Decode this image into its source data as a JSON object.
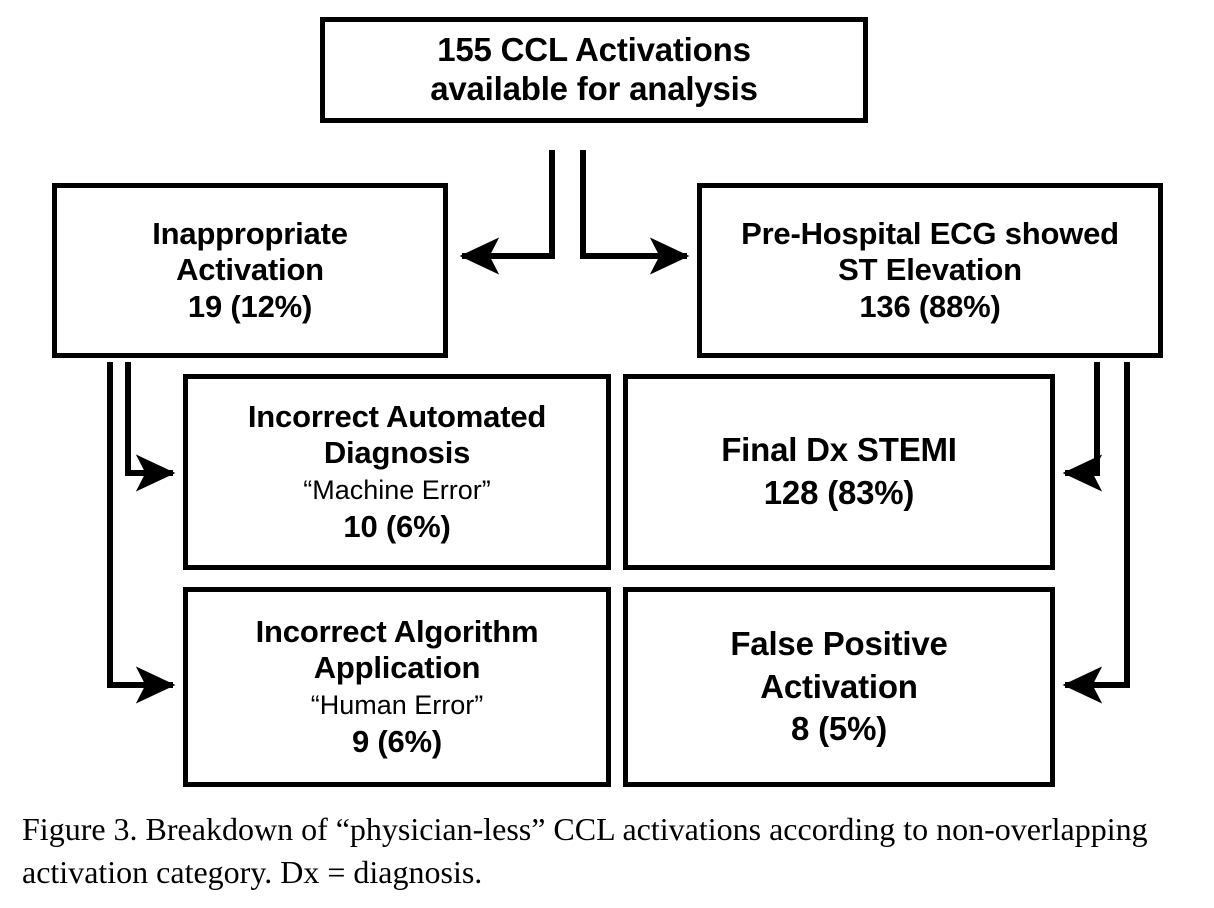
{
  "figure": {
    "caption": "Figure 3. Breakdown of “physician-less” CCL activations according to non-overlapping activation category. Dx = diagnosis.",
    "stroke_color": "#000000",
    "background_color": "#ffffff"
  },
  "chart_data": {
    "type": "diagram",
    "title": "Breakdown of “physician-less” CCL activations",
    "total": 155,
    "nodes": [
      {
        "id": "root",
        "lines": [
          "155 CCL Activations",
          "available for analysis"
        ],
        "count": 155,
        "percent": null
      },
      {
        "id": "inappropriate",
        "lines": [
          "Inappropriate",
          "Activation",
          "19 (12%)"
        ],
        "count": 19,
        "percent": 12
      },
      {
        "id": "pre_hospital_ecg",
        "lines": [
          "Pre-Hospital ECG showed",
          "ST Elevation",
          "136 (88%)"
        ],
        "count": 136,
        "percent": 88
      },
      {
        "id": "machine_error",
        "lines": [
          "Incorrect Automated",
          "Diagnosis",
          "“Machine Error”",
          "10 (6%)"
        ],
        "count": 10,
        "percent": 6
      },
      {
        "id": "final_dx_stemi",
        "lines": [
          "Final Dx STEMI",
          "128 (83%)"
        ],
        "count": 128,
        "percent": 83
      },
      {
        "id": "human_error",
        "lines": [
          "Incorrect Algorithm",
          "Application",
          "“Human Error”",
          "9 (6%)"
        ],
        "count": 9,
        "percent": 6
      },
      {
        "id": "false_positive",
        "lines": [
          "False Positive",
          "Activation",
          "8 (5%)"
        ],
        "count": 8,
        "percent": 5
      }
    ],
    "edges": [
      {
        "from": "root",
        "to": "inappropriate"
      },
      {
        "from": "root",
        "to": "pre_hospital_ecg"
      },
      {
        "from": "inappropriate",
        "to": "machine_error"
      },
      {
        "from": "inappropriate",
        "to": "human_error"
      },
      {
        "from": "pre_hospital_ecg",
        "to": "final_dx_stemi"
      },
      {
        "from": "pre_hospital_ecg",
        "to": "false_positive"
      }
    ]
  },
  "boxes": {
    "root": {
      "line1": "155 CCL Activations",
      "line2": "available for analysis"
    },
    "inappropriate": {
      "line1": "Inappropriate",
      "line2": "Activation",
      "line3": "19 (12%)"
    },
    "pre_hospital_ecg": {
      "line1": "Pre-Hospital ECG showed",
      "line2": "ST Elevation",
      "line3": "136 (88%)"
    },
    "machine_error": {
      "line1": "Incorrect Automated",
      "line2": "Diagnosis",
      "line3": "“Machine Error”",
      "line4": "10 (6%)"
    },
    "final_dx_stemi": {
      "line1": "Final Dx STEMI",
      "line2": "128 (83%)"
    },
    "human_error": {
      "line1": "Incorrect Algorithm",
      "line2": "Application",
      "line3": "“Human Error”",
      "line4": "9 (6%)"
    },
    "false_positive": {
      "line1": "False Positive",
      "line2": "Activation",
      "line3": "8 (5%)"
    }
  }
}
